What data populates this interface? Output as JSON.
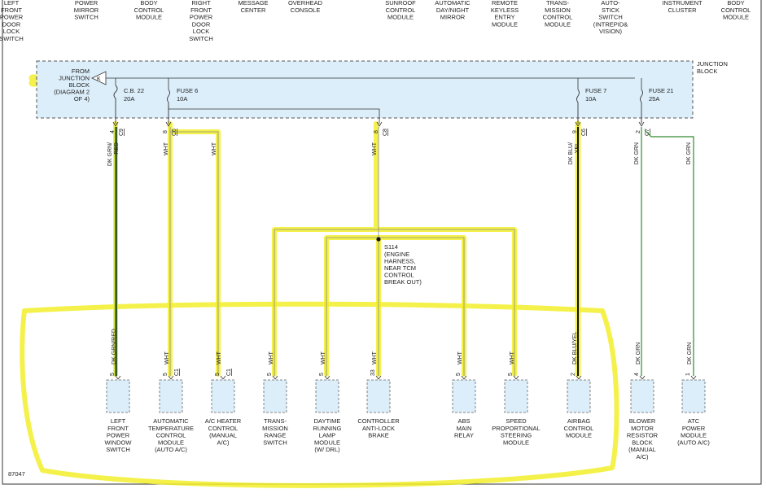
{
  "top_labels": [
    {
      "id": "lf-door-lock",
      "lines": [
        "LEFT",
        "FRONT",
        "POWER",
        "DOOR",
        "LOCK",
        "SWITCH"
      ]
    },
    {
      "id": "power-mirror",
      "lines": [
        "POWER",
        "MIRROR",
        "SWITCH"
      ]
    },
    {
      "id": "body-control-1",
      "lines": [
        "BODY",
        "CONTROL",
        "MODULE"
      ]
    },
    {
      "id": "rf-door-lock",
      "lines": [
        "RIGHT",
        "FRONT",
        "POWER",
        "DOOR",
        "LOCK",
        "SWITCH"
      ]
    },
    {
      "id": "message-center",
      "lines": [
        "MESSAGE",
        "CENTER"
      ]
    },
    {
      "id": "overhead-console",
      "lines": [
        "OVERHEAD",
        "CONSOLE"
      ]
    },
    {
      "id": "sunroof",
      "lines": [
        "SUNROOF",
        "CONTROL",
        "MODULE"
      ]
    },
    {
      "id": "auto-mirror",
      "lines": [
        "AUTOMATIC",
        "DAY/NIGHT",
        "MIRROR"
      ]
    },
    {
      "id": "keyless",
      "lines": [
        "REMOTE",
        "KEYLESS",
        "ENTRY",
        "MODULE"
      ]
    },
    {
      "id": "transmission-ctrl",
      "lines": [
        "TRANS-",
        "MISSION",
        "CONTROL",
        "MODULE"
      ]
    },
    {
      "id": "autostick",
      "lines": [
        "AUTO-",
        "STICK",
        "SWITCH",
        "(INTREPID&",
        "VISION)"
      ]
    },
    {
      "id": "instrument-cluster",
      "lines": [
        "INSTRUMENT",
        "CLUSTER"
      ]
    },
    {
      "id": "body-control-2",
      "lines": [
        "BODY",
        "CONTROL",
        "MODULE"
      ]
    }
  ],
  "junction_block": {
    "label_lines": [
      "JUNCTION",
      "BLOCK"
    ],
    "from_lines": [
      "FROM",
      "JUNCTION",
      "BLOCK",
      "(DIAGRAM 2",
      "OF 4)"
    ],
    "ref_letter": "K",
    "cb": {
      "name": "C.B. 22",
      "rating": "20A"
    },
    "fuse6": {
      "name": "FUSE 6",
      "rating": "10A"
    },
    "fuse7": {
      "name": "FUSE 7",
      "rating": "10A"
    },
    "fuse21": {
      "name": "FUSE 21",
      "rating": "25A"
    }
  },
  "jb_pins": [
    {
      "id": "jb-pin-cb",
      "pin": "4",
      "conn": "C9"
    },
    {
      "id": "jb-pin-f6",
      "pin": "8",
      "conn": "C6"
    },
    {
      "id": "jb-pin-mid",
      "pin": "8",
      "conn": "C8"
    },
    {
      "id": "jb-pin-f7",
      "pin": "9",
      "conn": "C6"
    },
    {
      "id": "jb-pin-f21",
      "pin": "2",
      "conn": "C7"
    }
  ],
  "upper_wire_labels": [
    {
      "id": "uw-dkgrn-red",
      "lines": [
        "DK GRN/",
        "RED"
      ]
    },
    {
      "id": "uw-wht-1",
      "lines": [
        "WHT"
      ]
    },
    {
      "id": "uw-wht-2",
      "lines": [
        "WHT"
      ]
    },
    {
      "id": "uw-wht-3",
      "lines": [
        "WHT"
      ]
    },
    {
      "id": "uw-dkblu-yel",
      "lines": [
        "DK BLU/",
        "YEL"
      ]
    },
    {
      "id": "uw-dkgrn-1",
      "lines": [
        "DK GRN"
      ]
    },
    {
      "id": "uw-dkgrn-2",
      "lines": [
        "DK GRN"
      ]
    }
  ],
  "splice": {
    "name": "S114",
    "desc_lines": [
      "(ENGINE",
      "HARNESS,",
      "NEAR TCM",
      "CONTROL",
      "BREAK OUT)"
    ]
  },
  "components": [
    {
      "id": "lf-window-switch",
      "pin": "5",
      "conn": "",
      "wire": "DK GRN/RED",
      "lines": [
        "LEFT",
        "FRONT",
        "POWER",
        "WINDOW",
        "SWITCH"
      ]
    },
    {
      "id": "atc-module",
      "pin": "5",
      "conn": "C1",
      "wire": "WHT",
      "lines": [
        "AUTOMATIC",
        "TEMPERATURE",
        "CONTROL",
        "MODULE",
        "(AUTO A/C)"
      ]
    },
    {
      "id": "ac-heater-control",
      "pin": "5",
      "conn": "C1",
      "wire": "WHT",
      "lines": [
        "A/C HEATER",
        "CONTROL",
        "(MANUAL",
        "A/C)"
      ]
    },
    {
      "id": "trans-range-switch",
      "pin": "5",
      "conn": "",
      "wire": "WHT",
      "lines": [
        "TRANS-",
        "MISSION",
        "RANGE",
        "SWITCH"
      ]
    },
    {
      "id": "drl-module",
      "pin": "5",
      "conn": "",
      "wire": "WHT",
      "lines": [
        "DAYTIME",
        "RUNNING",
        "LAMP",
        "MODULE",
        "(W/ DRL)"
      ]
    },
    {
      "id": "abs-controller",
      "pin": "33",
      "conn": "",
      "wire": "WHT",
      "lines": [
        "CONTROLLER",
        "ANTI-LOCK",
        "BRAKE"
      ]
    },
    {
      "id": "abs-relay",
      "pin": "5",
      "conn": "",
      "wire": "WHT",
      "lines": [
        "ABS",
        "MAIN",
        "RELAY"
      ]
    },
    {
      "id": "speed-steering",
      "pin": "5",
      "conn": "",
      "wire": "WHT",
      "lines": [
        "SPEED",
        "PROPORTIONAL",
        "STEERING",
        "MODULE"
      ]
    },
    {
      "id": "airbag-module",
      "pin": "2",
      "conn": "",
      "wire": "DK BLU/YEL",
      "lines": [
        "AIRBAG",
        "CONTROL",
        "MODULE"
      ]
    },
    {
      "id": "blower-resistor",
      "pin": "4",
      "conn": "",
      "wire": "DK GRN",
      "lines": [
        "BLOWER",
        "MOTOR",
        "RESISTOR",
        "BLOCK",
        "(MANUAL",
        "A/C)"
      ]
    },
    {
      "id": "atc-power-module",
      "pin": "1",
      "conn": "",
      "wire": "DK GRN",
      "lines": [
        "ATC",
        "POWER",
        "MODULE",
        "(AUTO A/C)"
      ]
    }
  ],
  "figure_number": "87047",
  "colors": {
    "highlight": "#f2ef2a",
    "junction_fill": "#dceefa",
    "component_fill": "#dceefa",
    "wire_green": "#2e8b2e",
    "wire_black": "#111111",
    "wire_gray": "#555555",
    "border": "#333333"
  }
}
